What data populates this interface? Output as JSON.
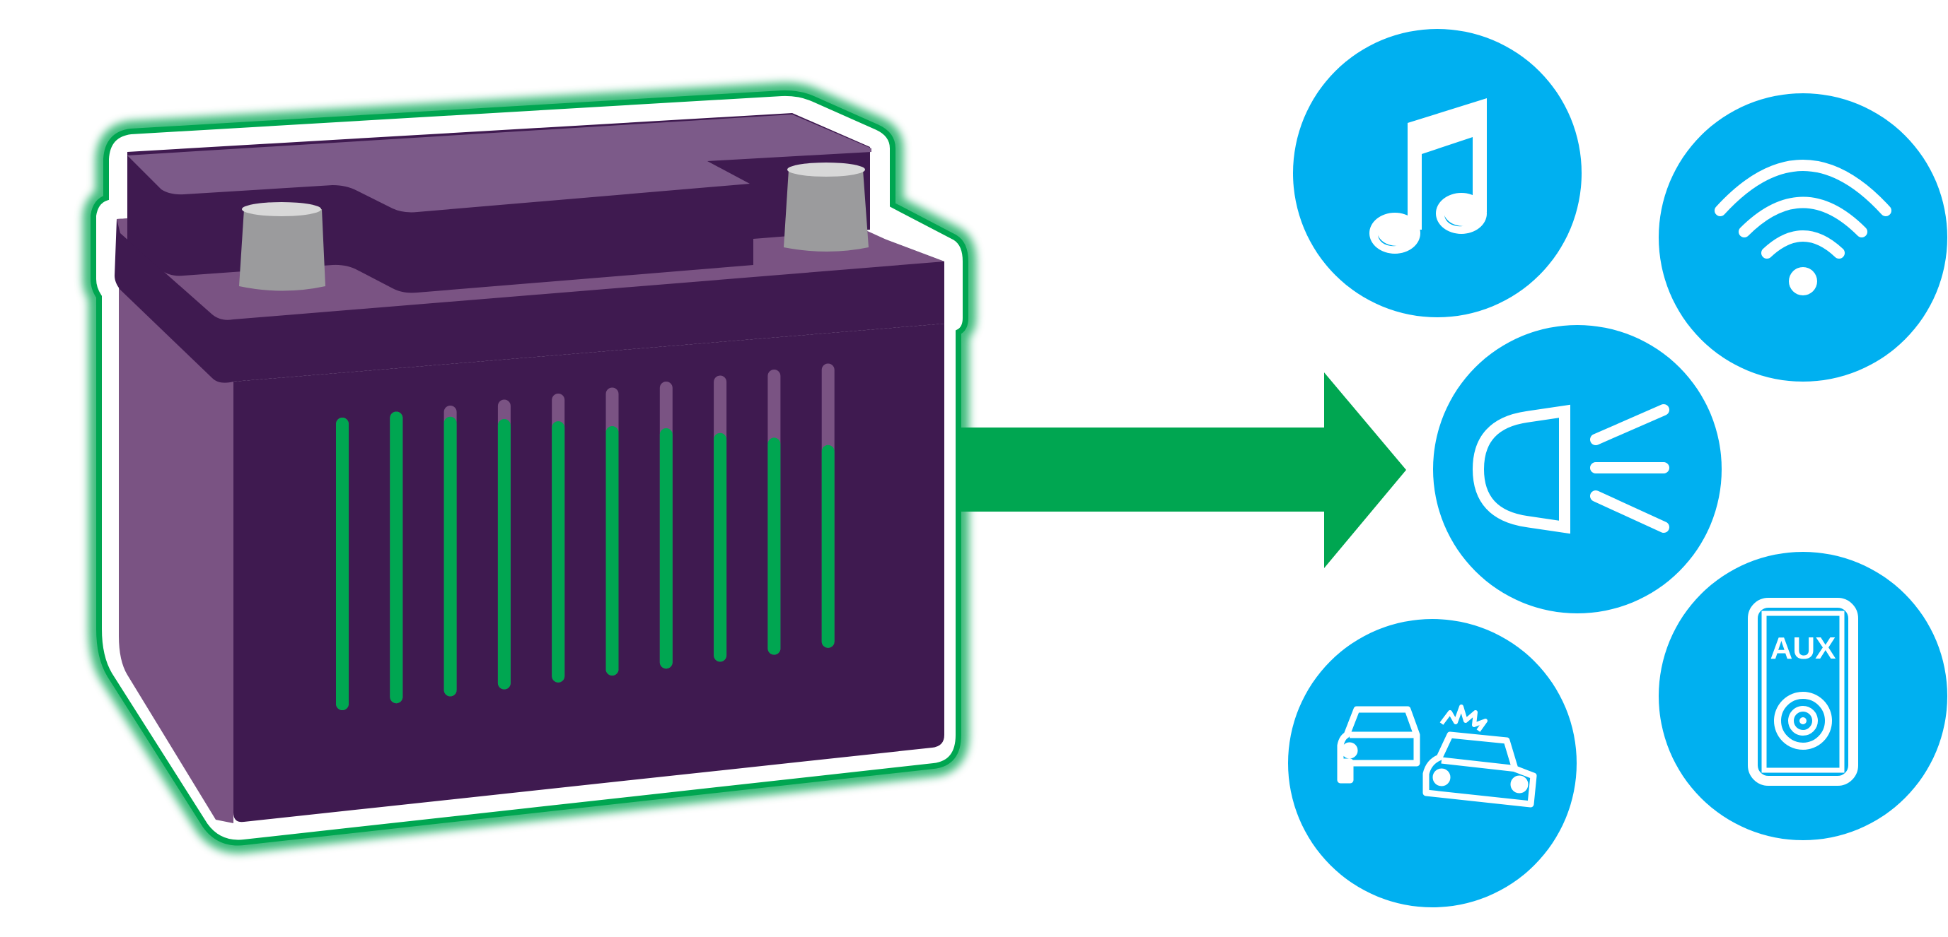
{
  "colors": {
    "background": "#ffffff",
    "battery_dark": "#3f1a50",
    "battery_light": "#7a5383",
    "battery_lid_top": "#7c5a89",
    "terminal_gray": "#9b9b9d",
    "terminal_top": "#d8d8d8",
    "glow_green": "#00a651",
    "gauge_green": "#00a651",
    "gauge_track": "#7a5383",
    "arrow_green": "#00a651",
    "icon_blue": "#00b0f0",
    "icon_white": "#ffffff"
  },
  "battery": {
    "cell_charge_levels": [
      1.0,
      1.0,
      0.96,
      0.93,
      0.9,
      0.86,
      0.83,
      0.79,
      0.75,
      0.7
    ]
  },
  "arrow": {
    "direction": "right"
  },
  "icons": [
    {
      "id": "music",
      "icon": "music-note-icon"
    },
    {
      "id": "wifi",
      "icon": "wifi-icon"
    },
    {
      "id": "headlights",
      "icon": "headlight-icon"
    },
    {
      "id": "collision",
      "icon": "car-collision-icon"
    },
    {
      "id": "aux",
      "icon": "aux-speaker-icon",
      "label": "AUX"
    }
  ]
}
